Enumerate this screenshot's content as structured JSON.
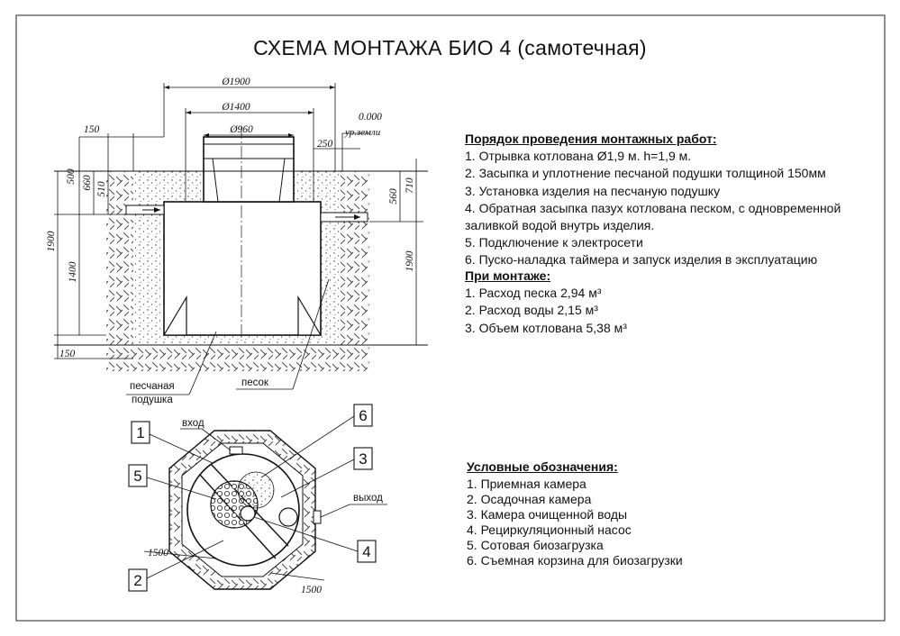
{
  "title": "СХЕМА МОНТАЖА БИО 4 (самотечная)",
  "section_view": {
    "dim_outer_diameter": "Ø1900",
    "dim_body_diameter": "Ø1400",
    "dim_neck_diameter": "Ø960",
    "dim_ground_level_value": "0.000",
    "dim_ground_level_label": "ур.земли",
    "dim_left_gap": "150",
    "dim_right_gap": "250",
    "dim_depth_500": "500",
    "dim_depth_660": "660",
    "dim_depth_510": "510",
    "dim_total_height_left": "1900",
    "dim_body_height": "1400",
    "dim_bottom_cushion": "150",
    "dim_outlet_560": "560",
    "dim_outlet_710": "710",
    "dim_total_height_right": "1900",
    "callout_sand_cushion_line1": "песчаная",
    "callout_sand_cushion_line2": "подушка",
    "callout_sand": "песок"
  },
  "plan_view": {
    "label_inlet": "вход",
    "label_outlet": "выход",
    "dim_1500_left": "1500",
    "dim_1500_bottom": "1500",
    "markers": [
      "1",
      "2",
      "3",
      "4",
      "5",
      "6"
    ]
  },
  "installation_order": {
    "header": "Порядок проведения монтажных работ:",
    "items": [
      "1. Отрывка котлована Ø1,9 м. h=1,9 м.",
      "2. Засыпка и уплотнение песчаной подушки толщиной 150мм",
      "3. Установка изделия на песчаную подушку",
      "4. Обратная засыпка пазух котлована песком, с одновременной",
      "заливкой водой внутрь изделия.",
      "5. Подключение к электросети",
      "6. Пуско-наладка таймера и запуск изделия в эксплуатацию"
    ]
  },
  "during_installation": {
    "header": "При монтаже:",
    "items": [
      "1. Расход песка 2,94 м³",
      "2. Расход воды 2,15 м³",
      "3. Объем котлована 5,38 м³"
    ]
  },
  "legend": {
    "header": "Условные обозначения:",
    "items": [
      "1. Приемная камера",
      "2. Осадочная камера",
      "3. Камера очищенной воды",
      "4. Рециркуляционный насос",
      "5. Сотовая биозагрузка",
      "6. Съемная корзина для биозагрузки"
    ]
  }
}
